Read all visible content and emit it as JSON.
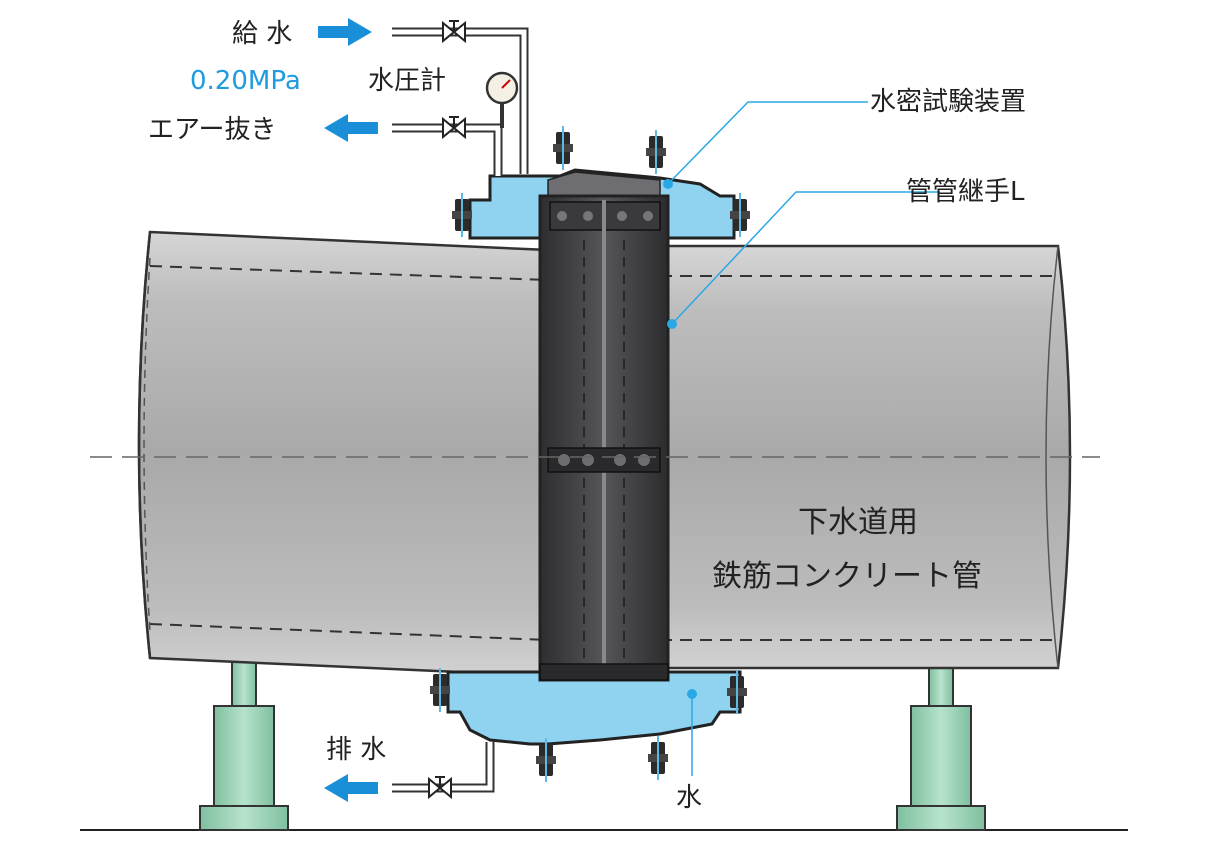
{
  "labels": {
    "water_supply": "給 水",
    "pressure_value": "0.20MPa",
    "pressure_gauge": "水圧計",
    "air_vent": "エアー抜き",
    "drain": "排 水",
    "test_device": "水密試験装置",
    "pipe_joint": "管管継手L",
    "pipe_type_line1": "下水道用",
    "pipe_type_line2": "鉄筋コンクリート管",
    "water": "水"
  },
  "colors": {
    "water": "#8fd3f0",
    "arrow": "#1a8fd8",
    "accent_text": "#1f9be0",
    "leader_line": "#2aa8e6",
    "pipe_body": "#b9b9b9",
    "pipe_edge": "#dcdcdc",
    "joint": "#3e3e42",
    "support": "#9fd3b8"
  },
  "icons": [
    "flow-arrow-icon",
    "gate-valve-icon",
    "pressure-gauge-icon",
    "bolt-icon"
  ]
}
